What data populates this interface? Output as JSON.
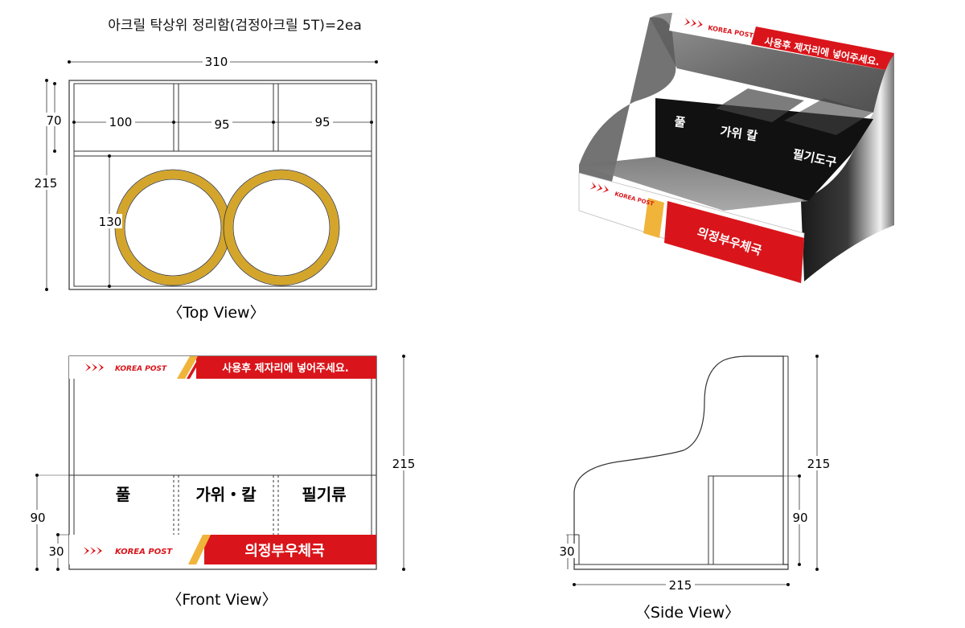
{
  "title": "아크릴 탁상위 정리함(검정아크릴 5T)=2ea",
  "brand": {
    "name": "KOREA POST",
    "red": "#d9151b",
    "gold": "#f0b43a",
    "ring_gold": "#d4a52b"
  },
  "top_banner_text": "사용후 제자리에 넣어주세요.",
  "bottom_banner_text": "의정부우체국",
  "top_view": {
    "caption": "〈Top View〉",
    "dim_width": "310",
    "dim_depth": "215",
    "dim_row": "70",
    "dim_col1": "100",
    "dim_col2": "95",
    "dim_col3": "95",
    "dim_circle_area": "130"
  },
  "front_view": {
    "caption": "〈Front View〉",
    "height": "215",
    "compartment_height": "90",
    "base_height": "30",
    "labels": [
      "풀",
      "가위・칼",
      "필기류"
    ]
  },
  "side_view": {
    "caption": "〈Side View〉",
    "height": "215",
    "compartment_height": "90",
    "base_height": "30",
    "depth": "215"
  },
  "render_3d": {
    "labels": [
      "풀",
      "가위 칼",
      "필기도구"
    ]
  }
}
